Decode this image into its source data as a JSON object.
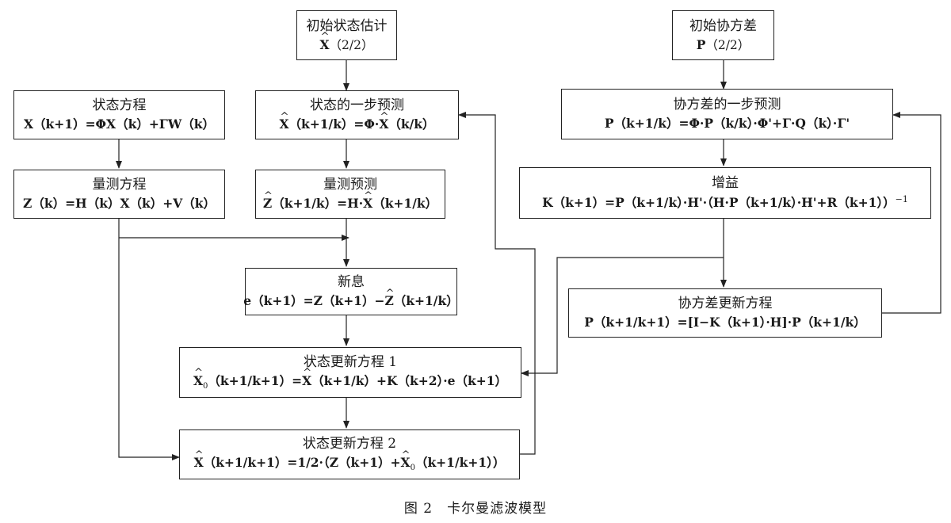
{
  "boxes": {
    "init_state": {
      "title": "初始状态估计",
      "eq": "X̂（2/2）"
    },
    "init_cov": {
      "title": "初始协方差",
      "eq": "P（2/2）"
    },
    "state_eq": {
      "title": "状态方程",
      "eq": "X（k+1）=ΦX（k）+ΓW（k）"
    },
    "state_pred": {
      "title": "状态的一步预测",
      "eq": "X̂（k+1/k）=Φ·X̂（k/k）"
    },
    "cov_pred": {
      "title": "协方差的一步预测",
      "eq": "P（k+1/k）=Φ·P（k/k）·Φ'+Γ·Q（k）·Γ'"
    },
    "meas_eq": {
      "title": "量测方程",
      "eq": "Z（k）=H（k）X（k）+V（k）"
    },
    "meas_pred": {
      "title": "量测预测",
      "eq": "Ẑ（k+1/k）=H·X̂（k+1/k）"
    },
    "gain": {
      "title": "增益",
      "eq": "K（k+1）=P（k+1/k）·H'·（H·P（k+1/k）·H'+R（k+1））⁻¹"
    },
    "innovation": {
      "title": "新息",
      "eq": "e（k+1）=Z（k+1）−Ẑ（k+1/k）"
    },
    "cov_update": {
      "title": "协方差更新方程",
      "eq": "P（k+1/k+1）=[I−K（k+1）·H]·P（k+1/k）"
    },
    "state_update1": {
      "title": "状态更新方程 1",
      "eq": "X̂₀（k+1/k+1）=X̂（k+1/k）+K（k+2）·e（k+1）"
    },
    "state_update2": {
      "title": "状态更新方程 2",
      "eq": "X̂（k+1/k+1）=1/2·（Z（k+1）+X̂₀（k+1/k+1））"
    }
  },
  "caption": "图 2　卡尔曼滤波模型"
}
